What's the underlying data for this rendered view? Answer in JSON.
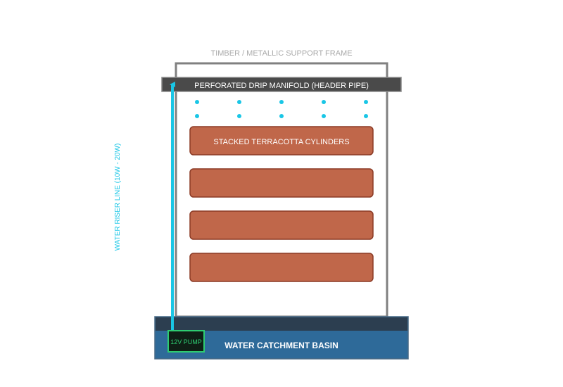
{
  "labels": {
    "frame": "TIMBER / METALLIC SUPPORT FRAME",
    "manifold": "PERFORATED DRIP MANIFOLD (HEADER PIPE)",
    "cylinders": "STACKED TERRACOTTA CYLINDERS",
    "riser": "WATER RISER LINE (10W - 20W)",
    "basin": "WATER CATCHMENT BASIN",
    "pump": "12V PUMP"
  },
  "colors": {
    "frame": "#808080",
    "manifold": "#4a4a4a",
    "terracotta": "#c0674a",
    "terracotta_edge": "#8b3a25",
    "water": "#2e6a99",
    "water_dark": "#2c3e50",
    "riser": "#19c6e6",
    "drip": "#19c6e6",
    "pump_fill": "#0f1f16",
    "pump_edge": "#2ecc71"
  },
  "diagram": {
    "cylinder_count": 4,
    "drip_columns": 5,
    "drip_rows": 2
  }
}
